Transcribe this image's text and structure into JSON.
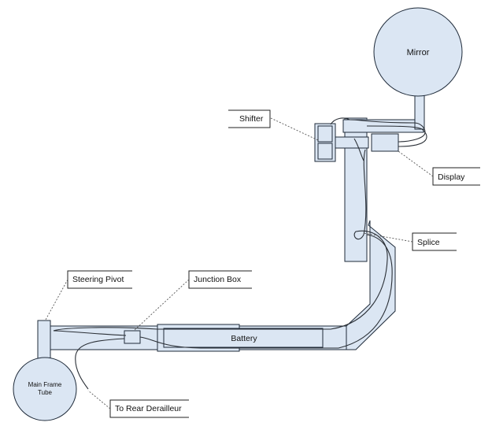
{
  "labels": {
    "mirror": "Mirror",
    "shifter": "Shifter",
    "display": "Display",
    "splice": "Splice",
    "steering_pivot": "Steering Pivot",
    "junction_box": "Junction Box",
    "battery": "Battery",
    "main_frame_tube_line1": "Main Frame",
    "main_frame_tube_line2": "Tube",
    "to_rear_derailleur": "To Rear Derailleur"
  },
  "colors": {
    "part_fill": "#dbe6f3",
    "part_stroke": "#1f2b3a",
    "background": "#ffffff"
  }
}
